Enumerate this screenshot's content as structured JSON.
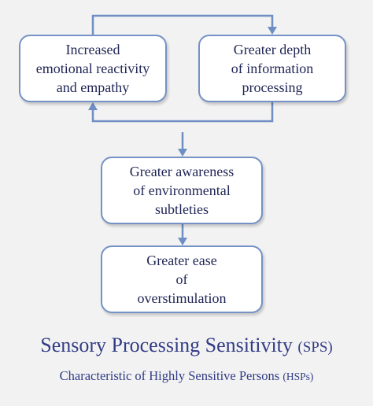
{
  "diagram": {
    "boxes": {
      "emotional_reactivity": "Increased\nemotional reactivity\nand empathy",
      "information_depth": "Greater depth\nof information\nprocessing",
      "environmental_awareness": "Greater awareness\nof environmental\nsubtleties",
      "overstimulation": "Greater ease\nof\noverstimulation"
    },
    "colors": {
      "box_border": "#7592c6",
      "connector": "#6f8ec4",
      "text": "#1e2454",
      "title": "#323c86",
      "background": "#f2f2f2"
    }
  },
  "caption": {
    "title": "Sensory Processing Sensitivity",
    "title_abbr": "(SPS)",
    "subtitle": "Characteristic of Highly Sensitive Persons",
    "subtitle_abbr": "(HSPs)"
  }
}
